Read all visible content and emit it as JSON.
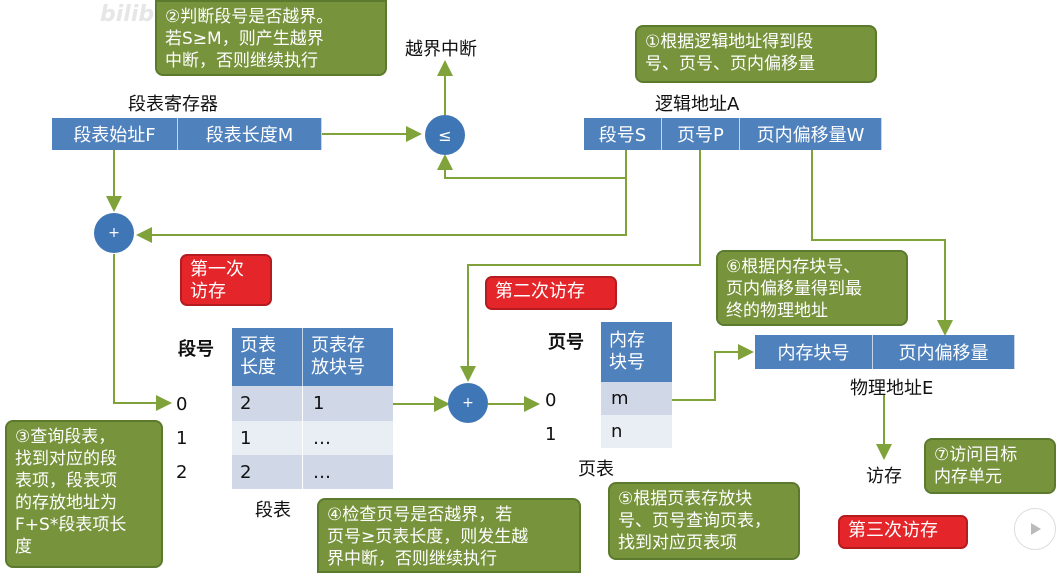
{
  "watermark": "bilibili",
  "seg_table_register": {
    "title": "段表寄存器",
    "cells": [
      "段表始址F",
      "段表长度M"
    ]
  },
  "logical_address": {
    "title": "逻辑地址A",
    "cells": [
      "段号S",
      "页号P",
      "页内偏移量W"
    ]
  },
  "compare_op": "≤",
  "add_op_1": "+",
  "add_op_2": "+",
  "overflow_label": "越界中断",
  "segment_table": {
    "index_header": "段号",
    "headers": [
      "页表\n长度",
      "页表存\n放块号"
    ],
    "indices": [
      "0",
      "1",
      "2"
    ],
    "rows": [
      [
        "2",
        "1"
      ],
      [
        "1",
        "…"
      ],
      [
        "2",
        "…"
      ]
    ],
    "caption": "段表"
  },
  "page_table": {
    "index_header": "页号",
    "header": "内存\n块号",
    "indices": [
      "0",
      "1"
    ],
    "rows": [
      "m",
      "n"
    ],
    "caption": "页表"
  },
  "physical_address": {
    "cells": [
      "内存块号",
      "页内偏移量"
    ],
    "caption": "物理地址E"
  },
  "access_label": "访存",
  "red_tags": {
    "first": "第一次\n访存",
    "second": "第二次访存",
    "third": "第三次访存"
  },
  "notes": {
    "n1": "①根据逻辑地址得到段\n号、页号、页内偏移量",
    "n2": "②判断段号是否越界。\n若S≥M，则产生越界\n中断，否则继续执行",
    "n3": "③查询段表，\n找到对应的段\n表项，段表项\n的存放地址为\nF+S*段表项长\n度",
    "n4": "④检查页号是否越界，若\n页号≥页表长度，则发生越\n界中断，否则继续执行",
    "n5": "⑤根据页表存放块\n号、页号查询页表，\n找到对应页表项",
    "n6": "⑥根据内存块号、\n页内偏移量得到最\n终的物理地址",
    "n7": "⑦访问目标\n内存单元"
  },
  "colors": {
    "cell_blue": "#4f81bd",
    "note_green": "#77933c",
    "tag_red": "#e4262a",
    "arrow_green": "#7fa33a"
  }
}
